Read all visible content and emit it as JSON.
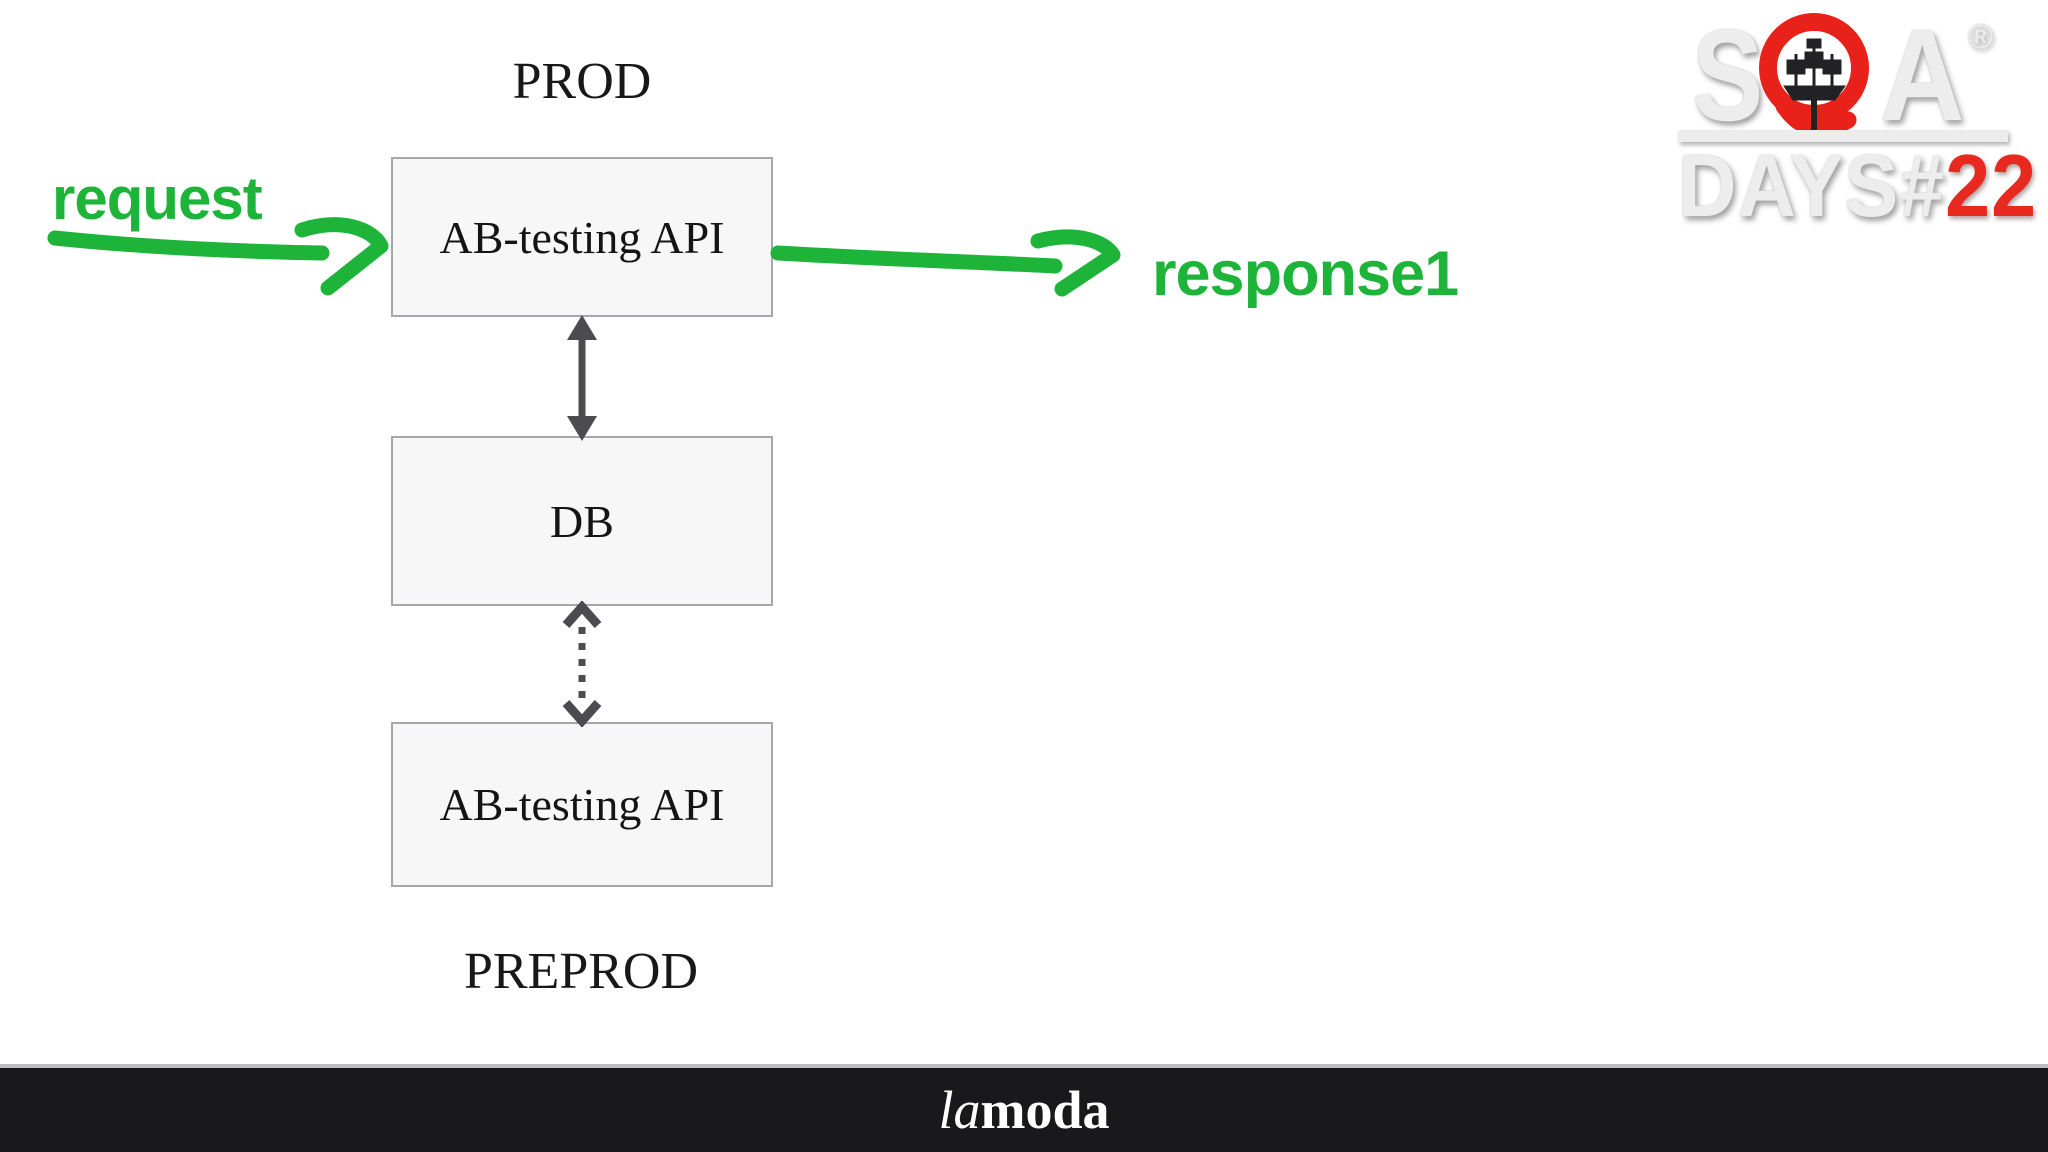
{
  "diagram": {
    "env_top": "PROD",
    "env_bottom": "PREPROD",
    "nodes": {
      "api_prod": "AB-testing API",
      "db": "DB",
      "api_preprod": "AB-testing API"
    },
    "flow": {
      "request_label": "request",
      "response_label": "response1"
    },
    "edges": [
      {
        "from": "api_prod",
        "to": "db",
        "style": "solid-double-arrow"
      },
      {
        "from": "db",
        "to": "api_preprod",
        "style": "dotted-double-arrow"
      }
    ],
    "icons": {
      "request_arrow": "green-hand-drawn-arrow-right",
      "response_arrow": "green-hand-drawn-arrow-right",
      "sync_arrow": "gray-double-arrow-vertical",
      "replication_arrow": "gray-dotted-double-arrow-vertical"
    },
    "colors": {
      "green": "#1db439",
      "arrow_gray": "#4b4b50",
      "box_bg": "#f8f7f8",
      "box_border": "#a8a6aa",
      "footer_bg": "#19191b",
      "logo_red": "#e8211a",
      "logo_light": "#ededed"
    }
  },
  "logo": {
    "letter_s": "S",
    "letter_q": "Q",
    "letter_a": "A",
    "registered": "®",
    "days": "DAYS#",
    "number": "22",
    "ship_icon": "pirate-ship"
  },
  "footer": {
    "brand_prefix": "la",
    "brand_suffix": "moda"
  }
}
